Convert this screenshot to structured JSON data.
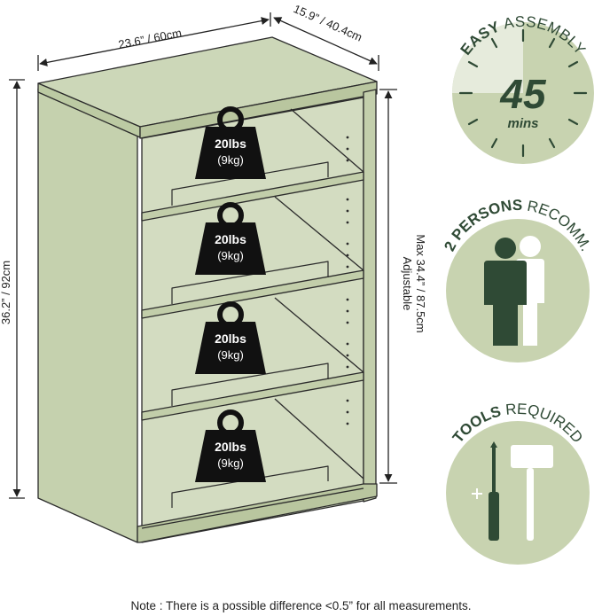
{
  "dimensions": {
    "width": "23.6” / 60cm",
    "depth": "15.9” / 40.4cm",
    "height": "36.2” / 92cm",
    "adjustable_title": "Adjustable",
    "adjustable_value": "Max 34.4” / 87.5cm"
  },
  "weights": [
    {
      "top": "20lbs",
      "bottom": "(9kg)"
    },
    {
      "top": "20lbs",
      "bottom": "(9kg)"
    },
    {
      "top": "20lbs",
      "bottom": "(9kg)"
    },
    {
      "top": "20lbs",
      "bottom": "(9kg)"
    }
  ],
  "badges": {
    "assembly": {
      "strong": "EASY",
      "rest": " ASSEMBLY",
      "value": "45",
      "unit": "mins",
      "fraction": 0.75
    },
    "persons": {
      "strong": "2 PERSONS",
      "rest": " RECOMM."
    },
    "tools": {
      "strong": "TOOLS",
      "rest": " REQUIRED"
    }
  },
  "colors": {
    "cabinet_fill": "#c9d4b4",
    "cabinet_stroke": "#2b2b2b",
    "badge_fill": "#c8d3b0",
    "badge_dark": "#2f4a35",
    "badge_light": "#e6ebdc"
  },
  "note": "Note : There is a possible difference <0.5” for all measurements."
}
